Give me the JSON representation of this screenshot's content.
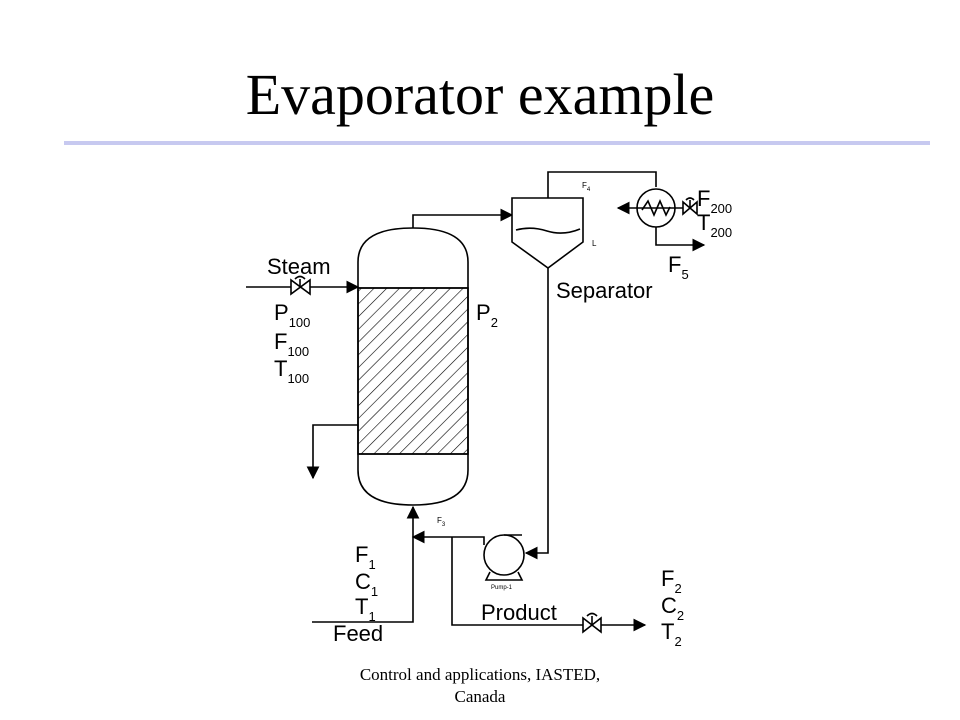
{
  "slide": {
    "title": "Evaporator example",
    "footer_line1": "Control and applications, IASTED,",
    "footer_line2": "Canada"
  },
  "labels": {
    "steam": "Steam",
    "separator": "Separator",
    "feed": "Feed",
    "product": "Product",
    "pump": "Pump-1",
    "p100": {
      "main": "P",
      "sub": "100"
    },
    "f100": {
      "main": "F",
      "sub": "100"
    },
    "t100": {
      "main": "T",
      "sub": "100"
    },
    "p2": {
      "main": "P",
      "sub": "2"
    },
    "f200": {
      "main": "F",
      "sub": "200"
    },
    "t200": {
      "main": "T",
      "sub": "200"
    },
    "f5": {
      "main": "F",
      "sub": "5"
    },
    "f1": {
      "main": "F",
      "sub": "1"
    },
    "c1": {
      "main": "C",
      "sub": "1"
    },
    "t1": {
      "main": "T",
      "sub": "1"
    },
    "f2": {
      "main": "F",
      "sub": "2"
    },
    "c2": {
      "main": "C",
      "sub": "2"
    },
    "t2": {
      "main": "T",
      "sub": "2"
    },
    "f3": {
      "main": "F",
      "sub": "3"
    },
    "f4": {
      "main": "F",
      "sub": "4"
    },
    "level": "L"
  },
  "colors": {
    "title_rule": "#c7c9f0",
    "line": "#000000"
  }
}
